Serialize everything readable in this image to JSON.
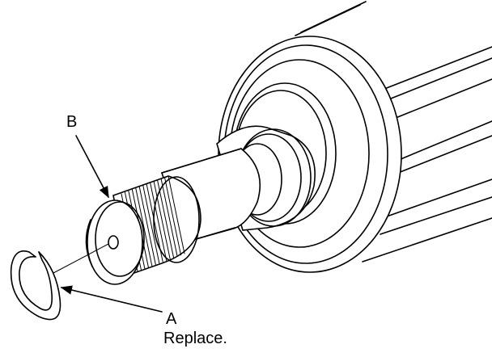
{
  "diagram": {
    "callouts": [
      {
        "id": "B",
        "label": "B",
        "note": ""
      },
      {
        "id": "A",
        "label": "A",
        "note": "Replace."
      }
    ],
    "colors": {
      "ink": "#000000",
      "background": "#ffffff"
    }
  }
}
